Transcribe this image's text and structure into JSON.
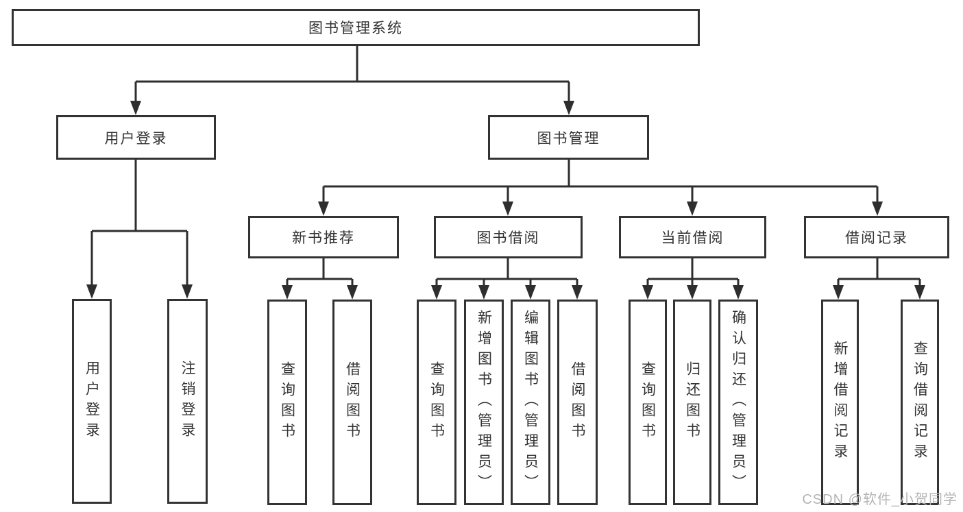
{
  "diagram": {
    "root": "图书管理系统",
    "level2": {
      "user_login": "用户登录",
      "book_mgmt": "图书管理"
    },
    "level3": {
      "new_books": "新书推荐",
      "book_borrow": "图书借阅",
      "current_borrow": "当前借阅",
      "borrow_records": "借阅记录"
    },
    "leaves": {
      "user_login_1": "用户登录",
      "user_login_2": "注销登录",
      "new_books_1": "查询图书",
      "new_books_2": "借阅图书",
      "book_borrow_1": "查询图书",
      "book_borrow_2": "新增图书（管理员）",
      "book_borrow_3": "编辑图书（管理员）",
      "book_borrow_4": "借阅图书",
      "current_borrow_1": "查询图书",
      "current_borrow_2": "归还图书",
      "current_borrow_3": "确认归还（管理员）",
      "borrow_records_1": "新增借阅记录",
      "borrow_records_2": "查询借阅记录"
    }
  },
  "watermark": "CSDN @软件_小贺同学",
  "colors": {
    "line": "#2e2e2e",
    "box_border": "#333333",
    "text": "#333333",
    "box_background": "#ffffff",
    "watermark": "#b5b5b5"
  }
}
